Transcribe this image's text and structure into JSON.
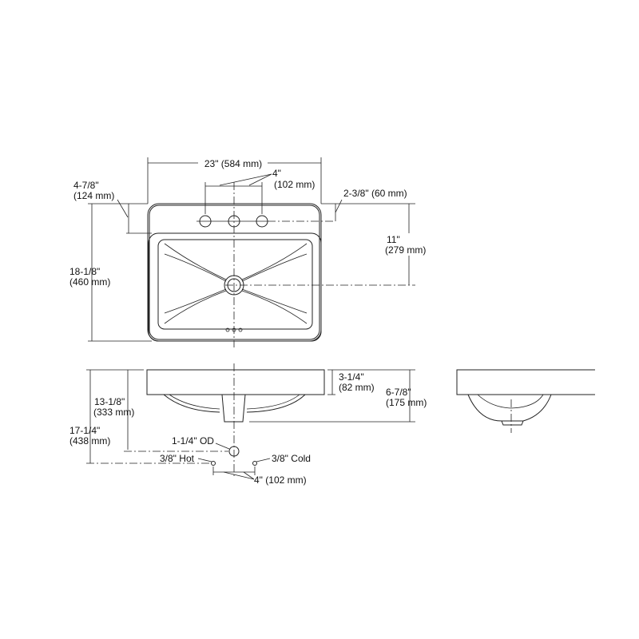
{
  "top_view": {
    "width": "23\" (584 mm)",
    "faucet_spacing": [
      "4\"",
      "(102 mm)"
    ],
    "deck_depth": [
      "4-7/8\"",
      "(124 mm)"
    ],
    "faucet_offset": "2-3/8\" (60 mm)",
    "depth": [
      "18-1/8\"",
      "(460 mm)"
    ],
    "drain_offset": [
      "11\"",
      "(279 mm)"
    ]
  },
  "front_view": {
    "overall_height": [
      "17-1/4\"",
      "(438 mm)"
    ],
    "drain_height": [
      "13-1/8\"",
      "(333 mm)"
    ],
    "rim_height": [
      "3-1/4\"",
      "(82 mm)"
    ],
    "bowl_height": [
      "6-7/8\"",
      "(175 mm)"
    ],
    "drain_od": "1-1/4\" OD",
    "hot": "3/8\" Hot",
    "cold": "3/8\" Cold",
    "supply_spacing": "4\" (102 mm)"
  },
  "colors": {
    "line": "#222222",
    "background": "#ffffff"
  }
}
